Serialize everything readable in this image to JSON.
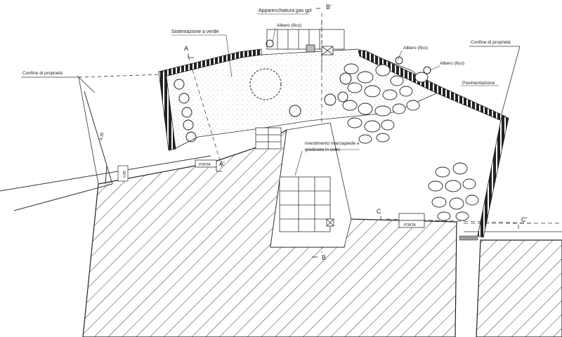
{
  "labels": {
    "gas_equipment": "Apparecchiatura gas gpl",
    "tree_fig_1": "Albero (fico)",
    "tree_fig_2": "Albero (fico)",
    "tree_fig_3": "Albero (fico)",
    "green_area": "Sistemazione a verde",
    "property_line_left": "Confine di proprietà",
    "property_line_right": "Confine di proprietà",
    "paving": "Pavimentazione",
    "cladding_line1": "rivestimento marciapiede e",
    "cladding_line2": "gradinata in cotto",
    "door_1": "PORTA",
    "door_2": "PORTA",
    "dim_width": "4.35",
    "dim_small": "0.85"
  },
  "sections": {
    "a": "A",
    "a_prime": "A'",
    "b": "B",
    "b_prime": "B'",
    "c": "C",
    "c_prime": "C'"
  },
  "colors": {
    "ink": "#222222",
    "hatch": "#333333",
    "fill_gray": "#9a9a9a"
  }
}
